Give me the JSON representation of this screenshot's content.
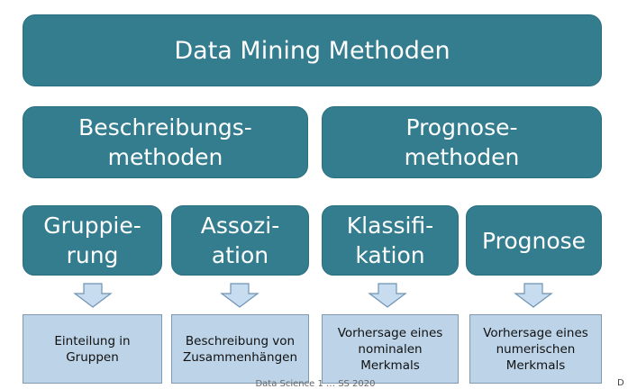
{
  "title": "Data Mining Methoden",
  "categories": [
    {
      "label": "Beschreibungs-\nmethoden"
    },
    {
      "label": "Prognose-\nmethoden"
    }
  ],
  "methods": [
    {
      "label": "Gruppie-\nrung",
      "description": "Einteilung in\nGruppen"
    },
    {
      "label": "Assozi-\nation",
      "description": "Beschreibung von\nZusammenhängen"
    },
    {
      "label": "Klassifi-\nkation",
      "description": "Vorhersage eines\nnominalen\nMerkmals"
    },
    {
      "label": "Prognose",
      "description": "Vorhersage eines\nnumerischen\nMerkmals"
    }
  ],
  "footer": "Data Science 1 … SS 2020",
  "page_marker": "D",
  "colors": {
    "box_fill": "#337d8f",
    "desc_fill": "#bcd3e8",
    "arrow_fill": "#c7dcef"
  }
}
